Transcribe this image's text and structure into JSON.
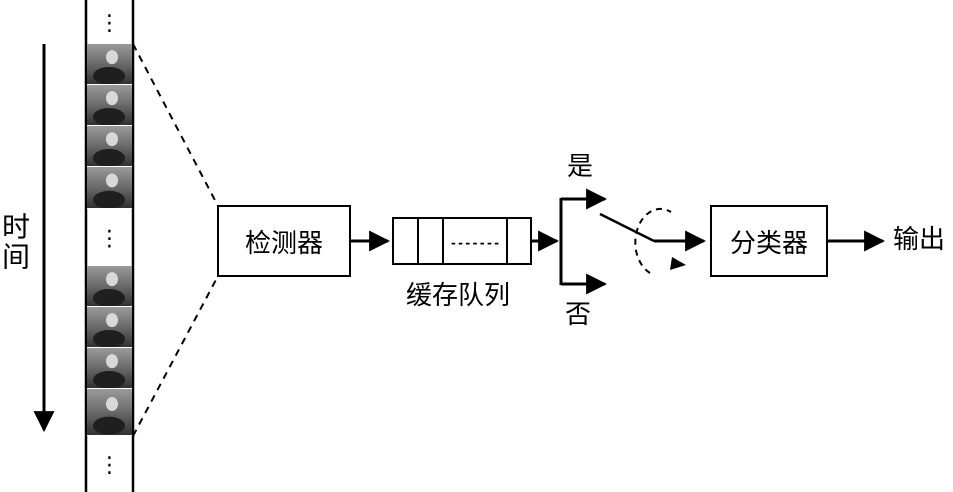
{
  "axis": {
    "time_label": "时间"
  },
  "film": {
    "ellipsis": "⋮",
    "frames": [
      {
        "kind": "ellipsis"
      },
      {
        "kind": "image"
      },
      {
        "kind": "image"
      },
      {
        "kind": "image"
      },
      {
        "kind": "image"
      },
      {
        "kind": "ellipsis"
      },
      {
        "kind": "image"
      },
      {
        "kind": "image"
      },
      {
        "kind": "image"
      },
      {
        "kind": "image"
      },
      {
        "kind": "ellipsis"
      }
    ]
  },
  "detector": {
    "label": "检测器"
  },
  "queue": {
    "label": "缓存队列",
    "dots": "-------"
  },
  "branch": {
    "yes": "是",
    "no": "否"
  },
  "classifier": {
    "label": "分类器"
  },
  "output": {
    "label": "输出"
  }
}
